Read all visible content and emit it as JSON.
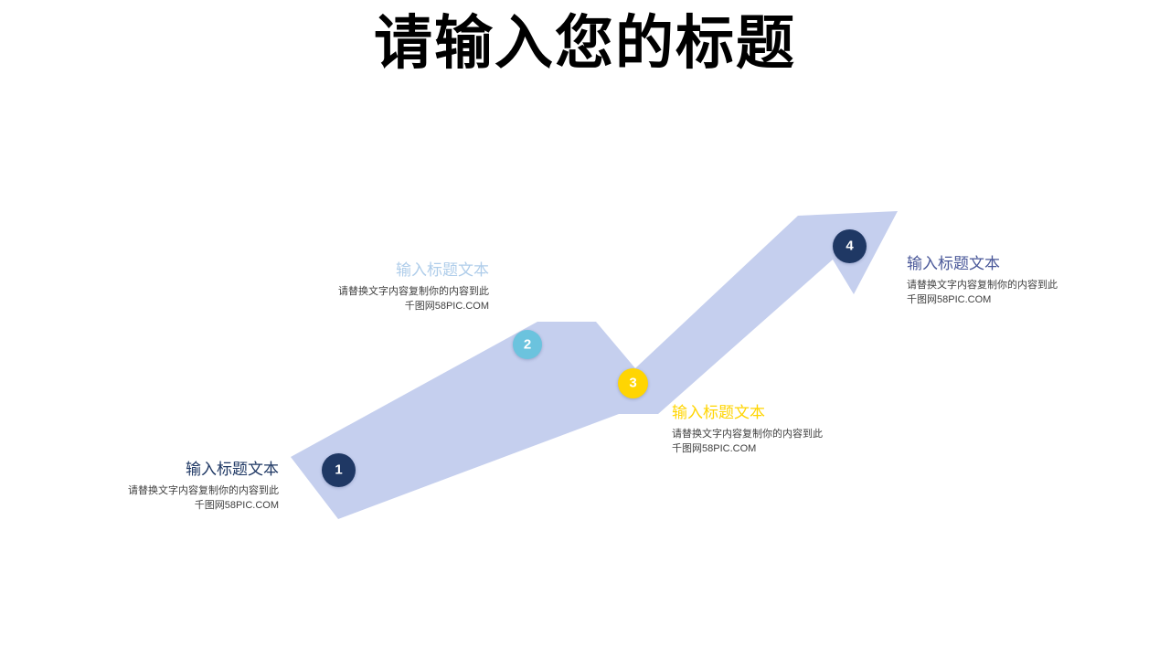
{
  "slide": {
    "title": "请输入您的标题",
    "background_color": "#FFFFFF",
    "title_color": "#000000"
  },
  "diagram": {
    "type": "zigzag-growth-arrow",
    "arrow_fill": "#C5CFEE",
    "arrow_description": "上升折线箭头",
    "steps": [
      {
        "number": "1",
        "title": "输入标题文本",
        "body_line1": "请替换文字内容复制你的内容到此",
        "body_line2": "千图网58PIC.COM",
        "marker_color": "#1F3864",
        "title_color": "#1F3864",
        "align": "right"
      },
      {
        "number": "2",
        "title": "输入标题文本",
        "body_line1": "请替换文字内容复制你的内容到此",
        "body_line2": "千图网58PIC.COM",
        "marker_color": "#6BC3DE",
        "title_color": "#AFCDEA",
        "align": "right"
      },
      {
        "number": "3",
        "title": "输入标题文本",
        "body_line1": "请替换文字内容复制你的内容到此",
        "body_line2": "千图网58PIC.COM",
        "marker_color": "#FFD502",
        "title_color": "#FFD502",
        "align": "left"
      },
      {
        "number": "4",
        "title": "输入标题文本",
        "body_line1": "请替换文字内容复制你的内容到此",
        "body_line2": "千图网58PIC.COM",
        "marker_color": "#1F3864",
        "title_color": "#4A5899",
        "align": "left"
      }
    ]
  }
}
